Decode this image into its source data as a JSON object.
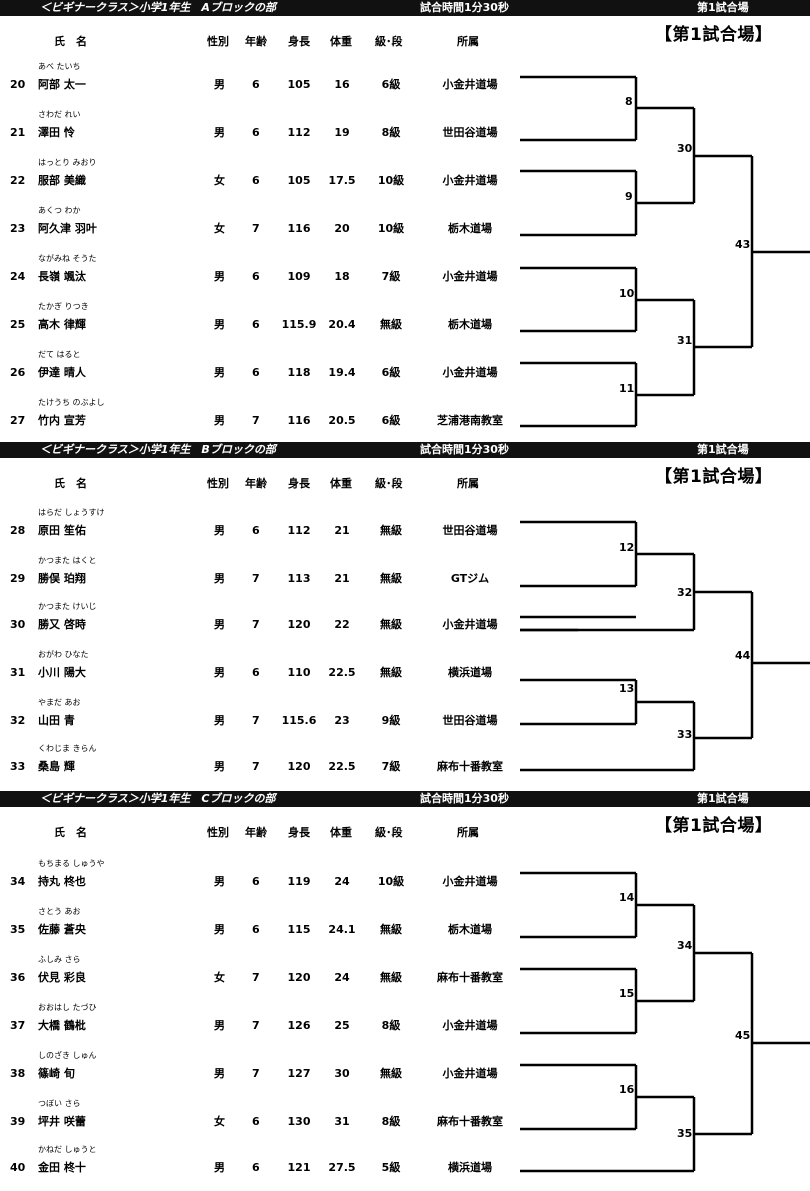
{
  "columns": {
    "name": "氏　名",
    "sex": "性別",
    "age": "年齢",
    "height": "身長",
    "weight": "体重",
    "grade": "級･段",
    "club": "所属"
  },
  "blocks": [
    {
      "title": "＜ビギナークラス＞小学1年生　Aブロックの部",
      "time": "試合時間1分30秒",
      "venue_small": "第1試合場",
      "venue_big": "【第1試合場】",
      "players": [
        {
          "no": "20",
          "kana": "あべ たいち",
          "name": "阿部 太一",
          "sex": "男",
          "age": "6",
          "height": "105",
          "weight": "16",
          "grade": "6級",
          "club": "小金井道場"
        },
        {
          "no": "21",
          "kana": "さわだ れい",
          "name": "澤田 怜",
          "sex": "男",
          "age": "6",
          "height": "112",
          "weight": "19",
          "grade": "8級",
          "club": "世田谷道場"
        },
        {
          "no": "22",
          "kana": "はっとり みおり",
          "name": "服部 美織",
          "sex": "女",
          "age": "6",
          "height": "105",
          "weight": "17.5",
          "grade": "10級",
          "club": "小金井道場"
        },
        {
          "no": "23",
          "kana": "あくつ わか",
          "name": "阿久津 羽叶",
          "sex": "女",
          "age": "7",
          "height": "116",
          "weight": "20",
          "grade": "10級",
          "club": "栃木道場"
        },
        {
          "no": "24",
          "kana": "ながみね そうた",
          "name": "長嶺 颯汰",
          "sex": "男",
          "age": "6",
          "height": "109",
          "weight": "18",
          "grade": "7級",
          "club": "小金井道場"
        },
        {
          "no": "25",
          "kana": "たかぎ りつき",
          "name": "高木 律輝",
          "sex": "男",
          "age": "6",
          "height": "115.9",
          "weight": "20.4",
          "grade": "無級",
          "club": "栃木道場"
        },
        {
          "no": "26",
          "kana": "だて はると",
          "name": "伊達 晴人",
          "sex": "男",
          "age": "6",
          "height": "118",
          "weight": "19.4",
          "grade": "6級",
          "club": "小金井道場"
        },
        {
          "no": "27",
          "kana": "たけうち のぶよし",
          "name": "竹内 宣芳",
          "sex": "男",
          "age": "7",
          "height": "116",
          "weight": "20.5",
          "grade": "6級",
          "club": "芝浦港南教室"
        }
      ],
      "matches": [
        "8",
        "9",
        "10",
        "11",
        "30",
        "31",
        "43"
      ]
    },
    {
      "title": "＜ビギナークラス＞小学1年生　Bブロックの部",
      "time": "試合時間1分30秒",
      "venue_small": "第1試合場",
      "venue_big": "【第1試合場】",
      "players": [
        {
          "no": "28",
          "kana": "はらだ しょうすけ",
          "name": "原田 笙佑",
          "sex": "男",
          "age": "6",
          "height": "112",
          "weight": "21",
          "grade": "無級",
          "club": "世田谷道場"
        },
        {
          "no": "29",
          "kana": "かつまた はくと",
          "name": "勝俣 珀翔",
          "sex": "男",
          "age": "7",
          "height": "113",
          "weight": "21",
          "grade": "無級",
          "club": "GTジム"
        },
        {
          "no": "30",
          "kana": "かつまた けいじ",
          "name": "勝又 啓時",
          "sex": "男",
          "age": "7",
          "height": "120",
          "weight": "22",
          "grade": "無級",
          "club": "小金井道場"
        },
        {
          "no": "31",
          "kana": "おがわ ひなた",
          "name": "小川 陽大",
          "sex": "男",
          "age": "6",
          "height": "110",
          "weight": "22.5",
          "grade": "無級",
          "club": "横浜道場"
        },
        {
          "no": "32",
          "kana": "やまだ あお",
          "name": "山田 青",
          "sex": "男",
          "age": "7",
          "height": "115.6",
          "weight": "23",
          "grade": "9級",
          "club": "世田谷道場"
        },
        {
          "no": "33",
          "kana": "くわじま きらん",
          "name": "桑島 輝",
          "sex": "男",
          "age": "7",
          "height": "120",
          "weight": "22.5",
          "grade": "7級",
          "club": "麻布十番教室"
        }
      ],
      "matches": [
        "12",
        "13",
        "32",
        "33",
        "44"
      ]
    },
    {
      "title": "＜ビギナークラス＞小学1年生　Cブロックの部",
      "time": "試合時間1分30秒",
      "venue_small": "第1試合場",
      "venue_big": "【第1試合場】",
      "players": [
        {
          "no": "34",
          "kana": "もちまる しゅうや",
          "name": "持丸 柊也",
          "sex": "男",
          "age": "6",
          "height": "119",
          "weight": "24",
          "grade": "10級",
          "club": "小金井道場"
        },
        {
          "no": "35",
          "kana": "さとう あお",
          "name": "佐藤 蒼央",
          "sex": "男",
          "age": "6",
          "height": "115",
          "weight": "24.1",
          "grade": "無級",
          "club": "栃木道場"
        },
        {
          "no": "36",
          "kana": "ふしみ さら",
          "name": "伏見 彩良",
          "sex": "女",
          "age": "7",
          "height": "120",
          "weight": "24",
          "grade": "無級",
          "club": "麻布十番教室"
        },
        {
          "no": "37",
          "kana": "おおはし たづひ",
          "name": "大橋 鶴枇",
          "sex": "男",
          "age": "7",
          "height": "126",
          "weight": "25",
          "grade": "8級",
          "club": "小金井道場"
        },
        {
          "no": "38",
          "kana": "しのざき しゅん",
          "name": "篠崎 旬",
          "sex": "男",
          "age": "7",
          "height": "127",
          "weight": "30",
          "grade": "無級",
          "club": "小金井道場"
        },
        {
          "no": "39",
          "kana": "つぼい さら",
          "name": "坪井 咲蕾",
          "sex": "女",
          "age": "6",
          "height": "130",
          "weight": "31",
          "grade": "8級",
          "club": "麻布十番教室"
        },
        {
          "no": "40",
          "kana": "かねだ しゅうと",
          "name": "金田 柊十",
          "sex": "男",
          "age": "6",
          "height": "121",
          "weight": "27.5",
          "grade": "5級",
          "club": "横浜道場"
        }
      ],
      "matches": [
        "14",
        "15",
        "16",
        "34",
        "35",
        "45"
      ]
    }
  ]
}
